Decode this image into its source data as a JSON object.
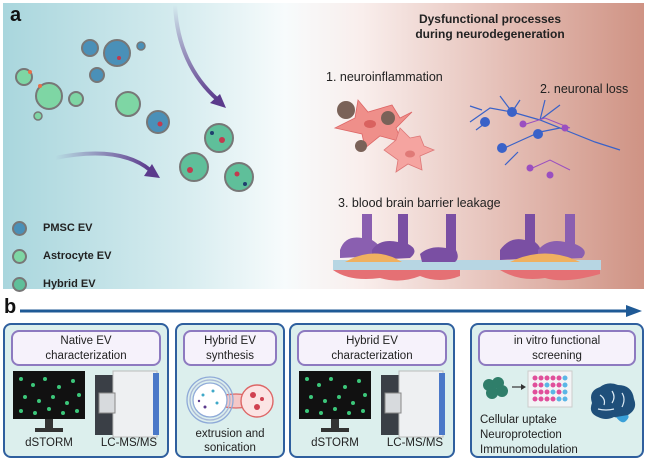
{
  "panel_a": {
    "label": "a",
    "legend": [
      {
        "label": "PMSC EV",
        "color": "#4a90b8"
      },
      {
        "label": "Astrocyte EV",
        "color": "#7ed6a4"
      },
      {
        "label": "Hybrid EV",
        "color": "#5fbf9a"
      }
    ],
    "processes_title_line1": "Dysfunctional processes",
    "processes_title_line2": "during neurodegeneration",
    "process_1": "1.  neuroinflammation",
    "process_2": "2. neuronal loss",
    "process_3": "3. blood brain barrier leakage"
  },
  "panel_b": {
    "label": "b",
    "steps": [
      {
        "title_line1": "Native EV",
        "title_line2": "characterization",
        "captions": [
          "dSTORM",
          "LC-MS/MS"
        ]
      },
      {
        "title_line1": "Hybrid EV",
        "title_line2": "synthesis",
        "captions": [
          "extrusion and",
          "sonication"
        ]
      },
      {
        "title_line1": "Hybrid EV",
        "title_line2": "characterization",
        "captions": [
          "dSTORM",
          "LC-MS/MS"
        ]
      },
      {
        "title_line1": "in vitro functional",
        "title_line2": "screening",
        "captions": [
          "Cellular uptake",
          "Neuroprotection",
          "Immunomodulation"
        ]
      }
    ]
  },
  "colors": {
    "accent_blue": "#1f5a96",
    "header_border": "#8d7ac0",
    "box_fill": "#dcefed",
    "arrow_purple": "#5b3a8c"
  }
}
